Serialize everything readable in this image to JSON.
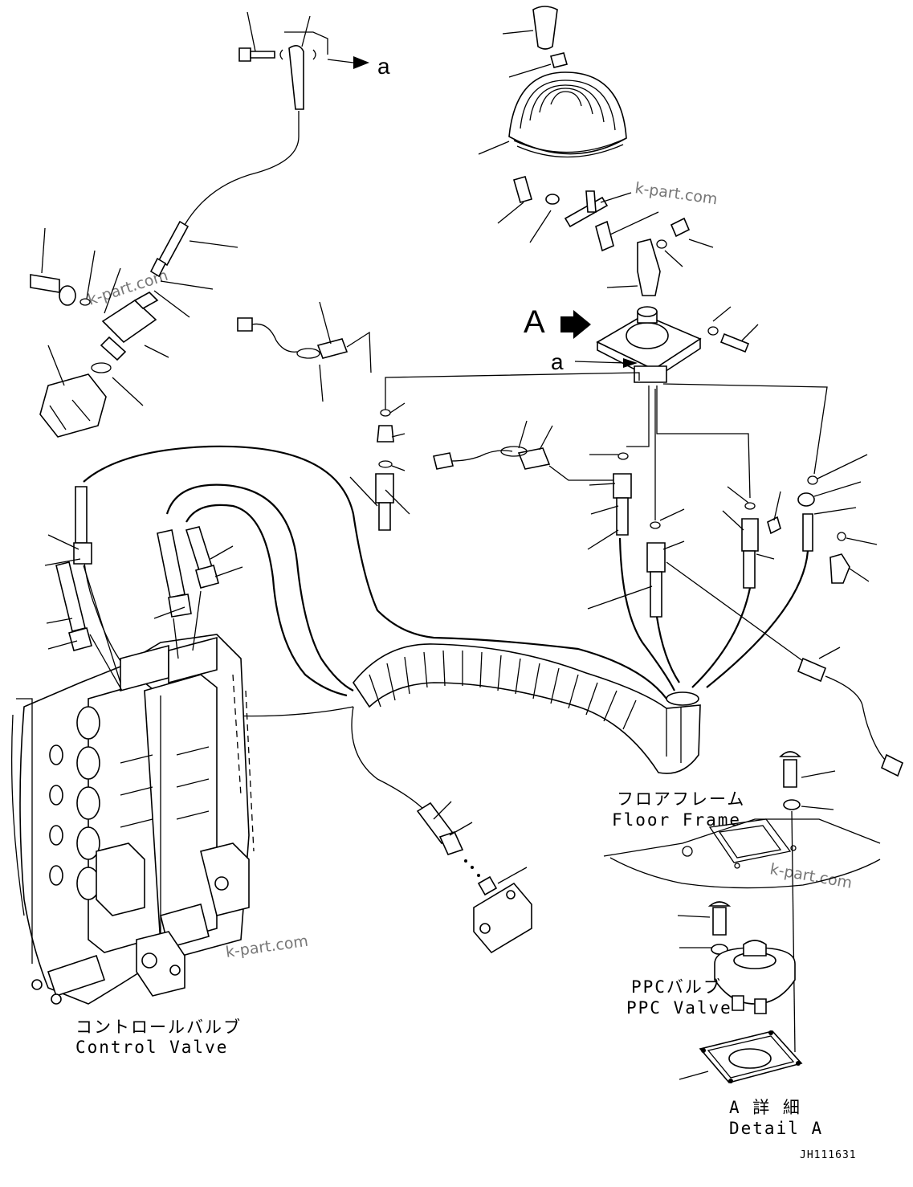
{
  "labels": {
    "floor_frame_jp": "フロアフレーム",
    "floor_frame_en": "Floor Frame",
    "ppc_valve_jp": "PPCバルブ",
    "ppc_valve_en": "PPC Valve",
    "control_valve_jp": "コントロールバルブ",
    "control_valve_en": "Control Valve",
    "detail_a_jp": "A 詳 細",
    "detail_a_en": "Detail A",
    "view_arrow_letter": "A",
    "ref_a_top": "a",
    "ref_a_ppc": "a",
    "drawing_code": "JH111631"
  },
  "watermarks": [
    "k-part.com",
    "k-part.com",
    "k-part.com",
    "k-part.com"
  ]
}
